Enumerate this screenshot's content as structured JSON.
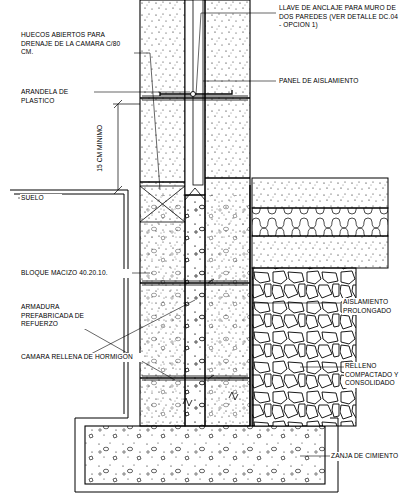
{
  "diagram": {
    "labels": [
      "LLAVE DE ANCLAJE PARA MURO DE DOS PAREDES (VER DETALLE DC.04 - OPCION 1)",
      "HUECOS ABIERTOS PARA DRENAJE DE LA CAMARA C/80 CM.",
      "ARANDELA DE PLASTICO",
      "PANEL DE AISLAMIENTO",
      "15 CM MINIMO",
      "SUELO",
      "BLOQUE MACIZO 40.20.10.",
      "ARMADURA PREFABRICADA DE REFUERZO",
      "AISLAMIENTO PROLONGADO",
      "CAMARA RELLENA DE HORMIGON",
      "RELLENO COMPACTADO Y CONSOLIDADO",
      "ZANJA DE CIMIENTO"
    ]
  }
}
